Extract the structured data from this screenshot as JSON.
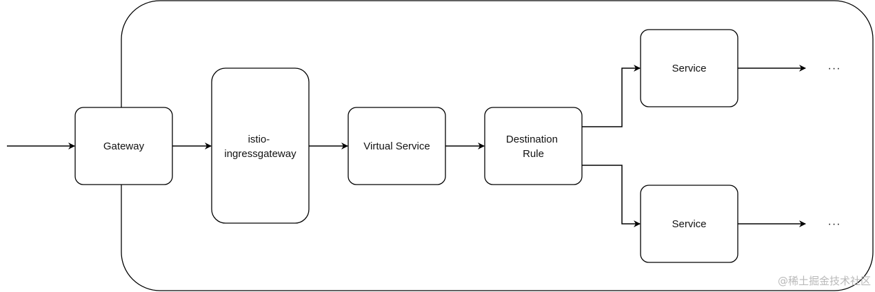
{
  "nodes": {
    "gateway": "Gateway",
    "ingress": [
      "istio-",
      "ingressgateway"
    ],
    "virtual_service": "Virtual Service",
    "destination_rule": [
      "Destination",
      "Rule"
    ],
    "service_top": "Service",
    "service_bottom": "Service"
  },
  "continuation": {
    "top": "···",
    "bottom": "···"
  },
  "watermark": "@稀土掘金技术社区"
}
